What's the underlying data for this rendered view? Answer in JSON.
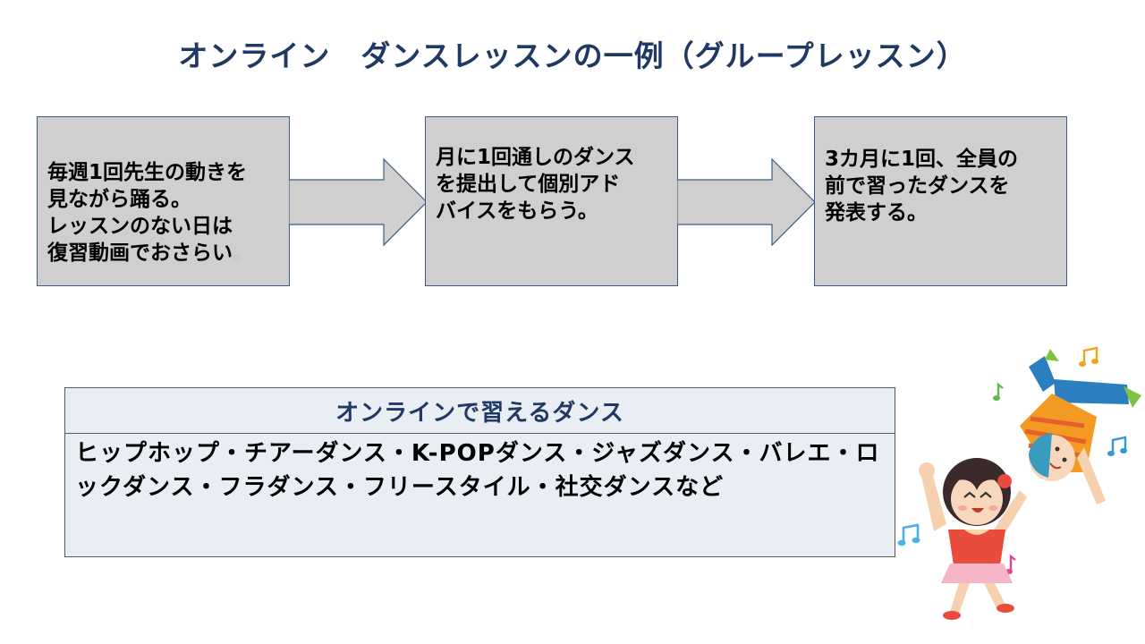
{
  "title": "オンライン　ダンスレッスンの一例（グループレッスン）",
  "colors": {
    "title": "#1f3864",
    "step_fill": "#d0cece",
    "arrow_fill": "#d0cece",
    "arrow_stroke": "#3f5a87",
    "table_fill": "#e9edf4",
    "table_header_text": "#1f3864"
  },
  "steps": [
    {
      "text": "毎週1回先生の動きを\n見ながら踊る。\nレッスンのない日は\n復習動画でおさらい",
      "suffix": "。"
    },
    {
      "text": "月に1回通しのダンス\nを提出して個別アド\nバイスをもらう。",
      "suffix": ""
    },
    {
      "text": "3カ月に1回、全員の\n前で習ったダンスを\n発表する。",
      "suffix": ""
    }
  ],
  "dance_table": {
    "header": "オンラインで習えるダンス",
    "body": "ヒップホップ・チアーダンス・K-POPダンス・ジャズダンス・バレエ・ロックダンス・フラダンス・フリースタイル・社交ダンスなど"
  },
  "illustration": {
    "name": "dancing-children-illustration",
    "icons": [
      "music-note-icon",
      "music-note-icon",
      "music-note-icon",
      "music-note-icon",
      "music-note-icon"
    ]
  }
}
